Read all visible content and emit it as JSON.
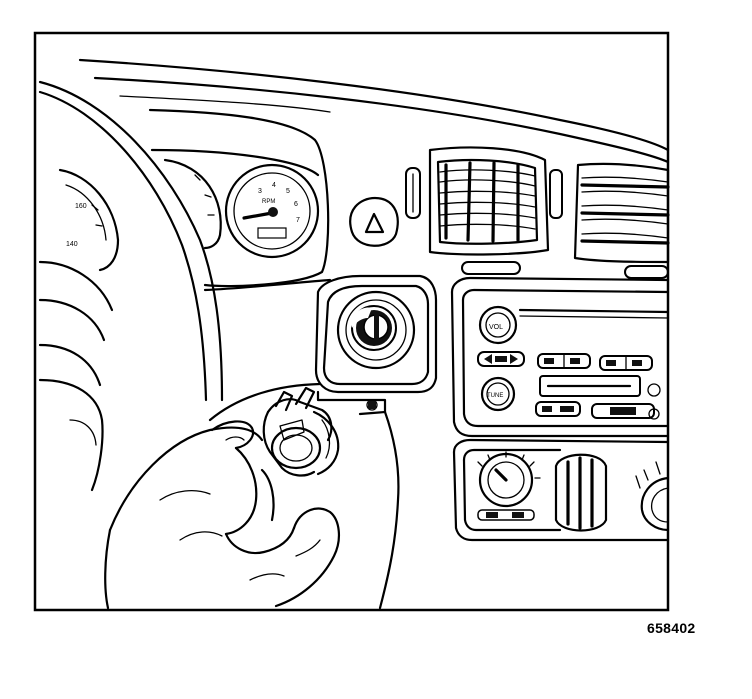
{
  "figure": {
    "id_label": "658402"
  },
  "gauges": {
    "speed_ticks": [
      "160",
      "140"
    ],
    "tach_ticks": [
      "3",
      "4",
      "5",
      "6",
      "7"
    ],
    "tach_unit": "RPM"
  },
  "radio": {
    "vol_label": "VOL",
    "tune_label": "TUNE"
  }
}
